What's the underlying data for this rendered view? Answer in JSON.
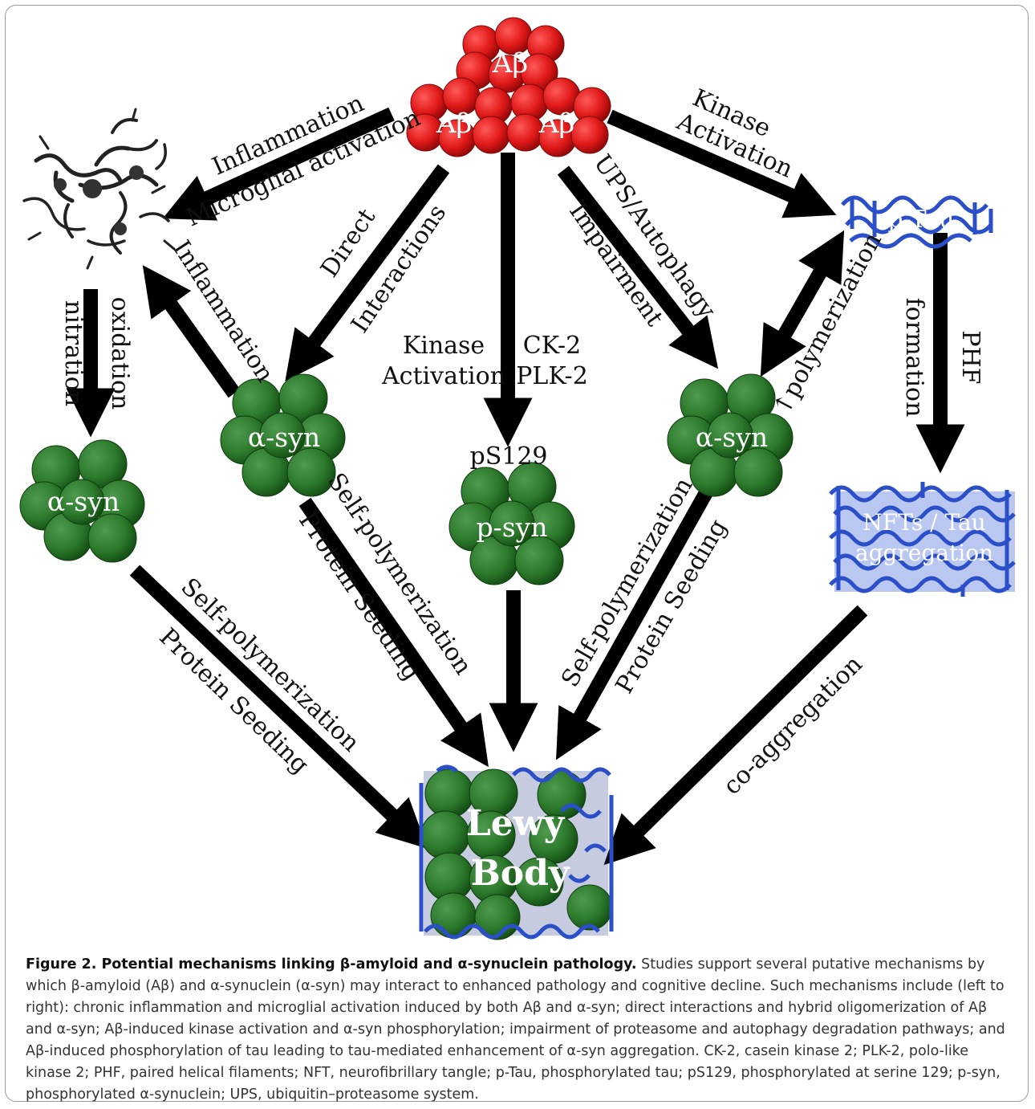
{
  "nodes": {
    "ab_top": "Aβ",
    "ab_left": "Aβ",
    "ab_right": "Aβ",
    "asyn_left": "α-syn",
    "asyn_mid": "α-syn",
    "asyn_right": "α-syn",
    "psyn": "p-syn",
    "psyn_tag": "pS129",
    "ptau": "p-Tau",
    "nft_line1": "NFTs / Tau",
    "nft_line2": "aggregation",
    "lewy_line1": "Lewy",
    "lewy_line2": "Body"
  },
  "labels": {
    "inflammation_top": "Inflammation",
    "microglial": "Microglial activation",
    "kinase_top": "Kinase",
    "activation_top": "Activation",
    "direct": "Direct",
    "interactions": "Interactions",
    "ups": "UPS/Autophagy",
    "impairment": "Impairment",
    "kinase_mid": "Kinase",
    "activation_mid": "Activation",
    "ck2": "CK-2",
    "plk2": "PLK-2",
    "inflammation_left": "Inflammation",
    "nitration": "nitration",
    "oxidation": "oxidation",
    "polymerization": "↑polymerization",
    "phf": "PHF",
    "formation": "formation",
    "selfpoly_1": "Self-polymerization",
    "seeding_1": "Protein Seeding",
    "selfpoly_2": "Self-polymerization",
    "seeding_2": "Protein Seeding",
    "selfpoly_3": "Self-polymerization",
    "seeding_3": "Protein Seeding",
    "coaggregation": "co-aggregation"
  },
  "colors": {
    "amyloid": "#e01818",
    "synuclein": "#2d7a2d",
    "tau": "#2b4fc9",
    "arrow": "#000000"
  },
  "caption": {
    "title": "Figure 2. Potential mechanisms linking β-amyloid and α-synuclein pathology.",
    "body": " Studies support several putative mechanisms by which β-amyloid (Aβ) and α-synuclein (α-syn) may interact to enhanced pathology and cognitive decline. Such mechanisms include (left to right): chronic inflammation and microglial activation induced by both Aβ and α-syn; direct interactions and hybrid oligomerization of Aβ and α-syn; Aβ-induced kinase activation and α-syn phosphorylation; impairment of proteasome and autophagy degradation pathways; and Aβ-induced phosphorylation of tau leading to tau-mediated enhancement of α-syn aggregation. CK-2, casein kinase 2; PLK-2, polo-like kinase 2; PHF, paired helical filaments; NFT, neurofibrillary tangle; p-Tau, phosphorylated tau; pS129, phosphorylated at serine 129; p-syn, phosphorylated α-synuclein; UPS, ubiquitin–proteasome system."
  }
}
